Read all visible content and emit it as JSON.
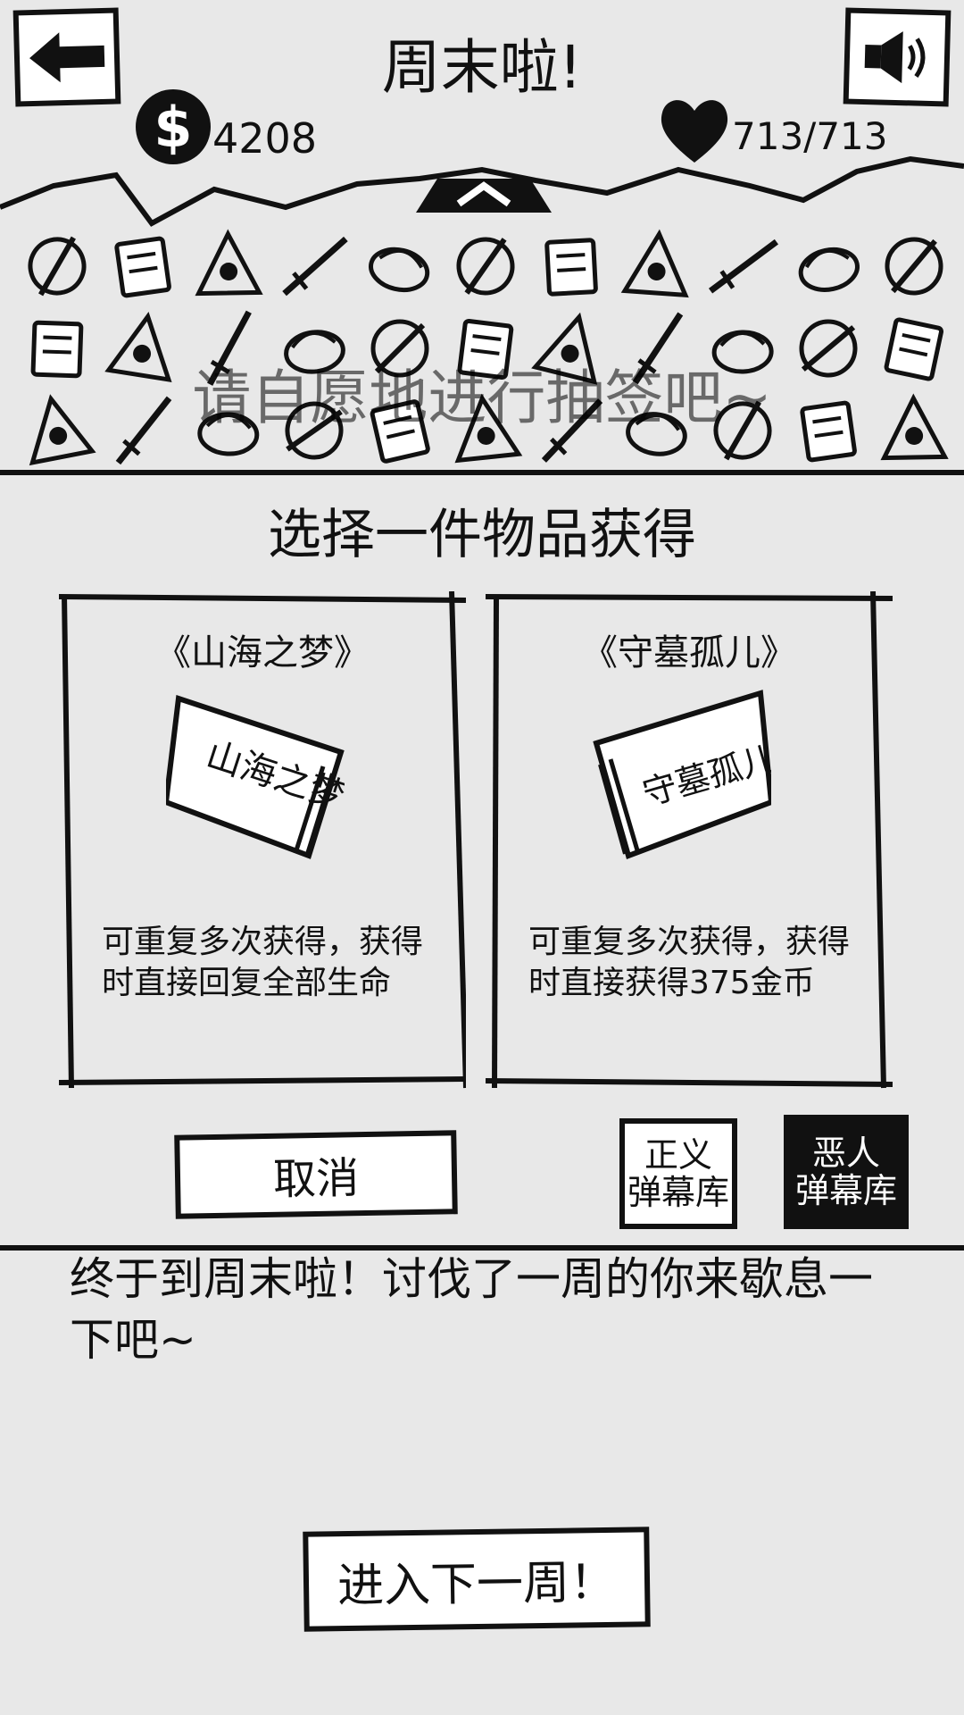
{
  "header": {
    "title": "周末啦!",
    "coins": "4208",
    "coin_symbol": "$",
    "hp": "713/713"
  },
  "item_grid": {
    "overlay_text": "请自愿地进行抽签吧~",
    "icons": [
      "glove-icon",
      "bird-blade-icon",
      "knife-icon",
      "winged-sword-icon",
      "daggers-icon",
      "bat-blade-icon",
      "book-icon",
      "scroll-icon",
      "paper-icon",
      "rifle-icon",
      "rice-bowl-icon",
      "ring-icon",
      "scroll-icon",
      "fish-icon",
      "pillar-icon",
      "cabinet-icon",
      "sword-icon",
      "monster-icon",
      "claw-icon",
      "keyboard-icon",
      "ball-icon",
      "pendant-icon",
      "hang-sign-icon",
      "skewer-icon",
      "bowl-icon",
      "ribbon-icon",
      "fish-icon",
      "robot-icon",
      "shirt-icon",
      "cup-icon",
      "tree-icon",
      "katana-icon",
      "glasses-icon"
    ]
  },
  "choice": {
    "title": "选择一件物品获得",
    "cards": [
      {
        "name": "《山海之梦》",
        "art_text": "山海之梦",
        "desc": "可重复多次获得，获得时直接回复全部生命"
      },
      {
        "name": "《守墓孤儿》",
        "art_text": "守墓孤儿",
        "desc": "可重复多次获得，获得时直接获得375金币"
      }
    ],
    "cancel_label": "取消",
    "justice_line1": "正义",
    "justice_line2": "弹幕库",
    "villain_line1": "恶人",
    "villain_line2": "弹幕库"
  },
  "message": "终于到周末啦！讨伐了一周的你来歇息一下吧~",
  "next_week_label": "进入下一周！"
}
